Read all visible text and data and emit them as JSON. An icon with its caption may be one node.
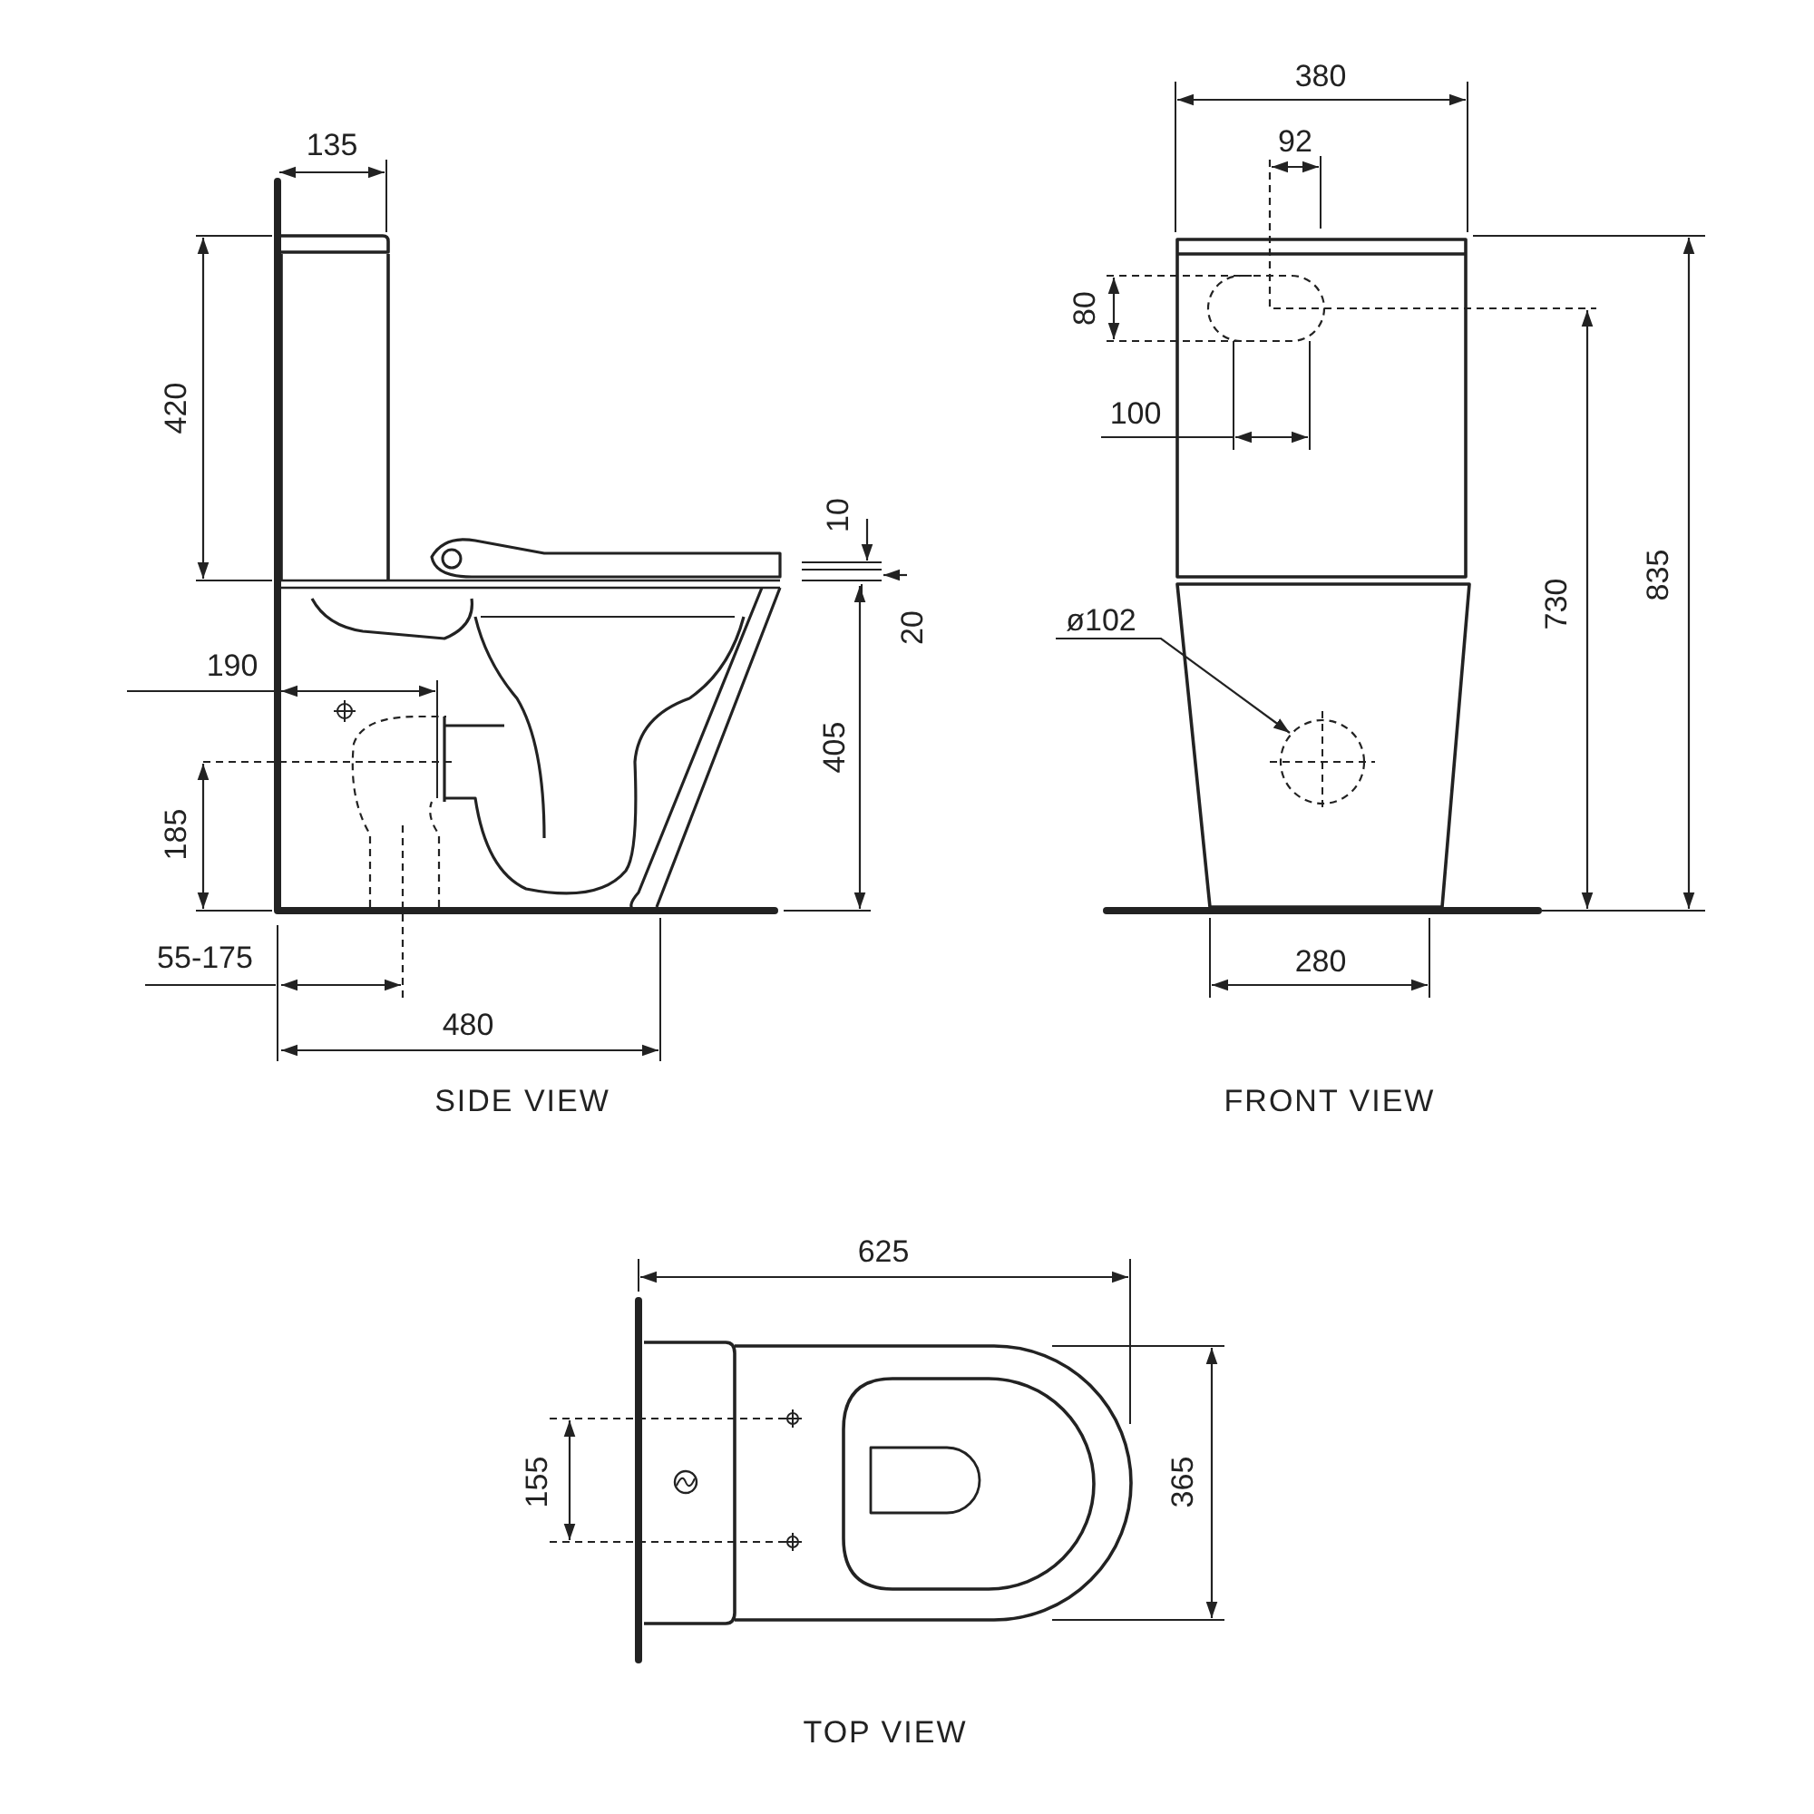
{
  "diagram": {
    "nodes": [
      {
        "text": [
          "ø102"
        ]
      },
      {
        "text": [],
        "shape": "circle"
      }
    ],
    "edges": [
      {
        "from": 0,
        "to": 1,
        "arrow": "to"
      }
    ],
    "labels": [
      "135",
      "420",
      "10",
      "20",
      "190",
      "185",
      "405",
      "55-175",
      "480",
      "SIDE VIEW",
      "380",
      "92",
      "80",
      "100",
      "835",
      "730",
      "280",
      "FRONT VIEW",
      "625",
      "155",
      "365",
      "TOP VIEW"
    ]
  }
}
